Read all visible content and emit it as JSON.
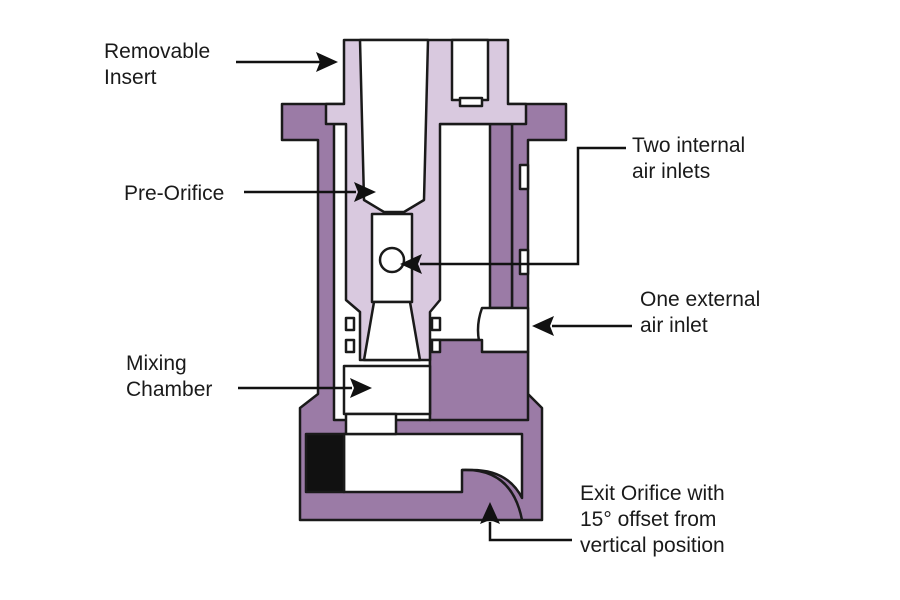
{
  "labels": {
    "removable_insert": [
      "Removable",
      "Insert"
    ],
    "pre_orifice": [
      "Pre-Orifice"
    ],
    "internal_inlets": [
      "Two internal",
      "air inlets"
    ],
    "external_inlet": [
      "One external",
      "air inlet"
    ],
    "mixing_chamber": [
      "Mixing",
      "Chamber"
    ],
    "exit_orifice": [
      "Exit Orifice with",
      "15° offset from",
      "vertical position"
    ]
  },
  "colors": {
    "body_purple": "#9b7ba6",
    "insert_lavender": "#d9c9df",
    "outline": "#1a1a1a",
    "seal_black": "#111111",
    "cavity_white": "#ffffff"
  }
}
